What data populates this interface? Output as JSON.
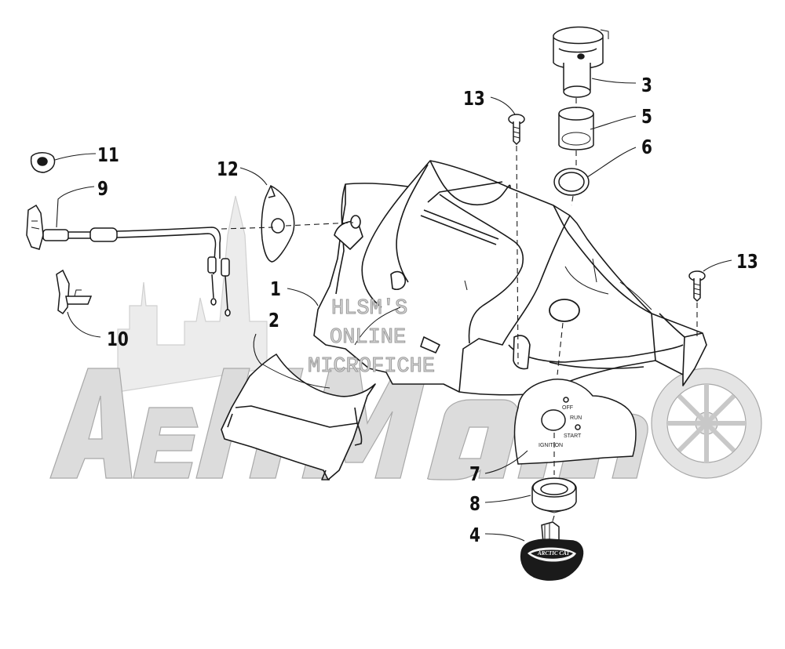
{
  "watermark": {
    "logo_text": "AehMaina",
    "lines": [
      "HLSM'S",
      "ONLINE",
      "MICROFICHE"
    ]
  },
  "callouts": [
    {
      "id": "1",
      "label": "1"
    },
    {
      "id": "2",
      "label": "2"
    },
    {
      "id": "3",
      "label": "3"
    },
    {
      "id": "4",
      "label": "4"
    },
    {
      "id": "5",
      "label": "5"
    },
    {
      "id": "6",
      "label": "6"
    },
    {
      "id": "7",
      "label": "7"
    },
    {
      "id": "8",
      "label": "8"
    },
    {
      "id": "9",
      "label": "9"
    },
    {
      "id": "10",
      "label": "10"
    },
    {
      "id": "11",
      "label": "11"
    },
    {
      "id": "12",
      "label": "12"
    },
    {
      "id": "13a",
      "label": "13"
    },
    {
      "id": "13b",
      "label": "13"
    }
  ],
  "ignition_plate": {
    "off": "OFF",
    "run": "RUN",
    "start": "START",
    "ignition": "IGNITION"
  },
  "key_brand": "ARCTIC CAT",
  "colors": {
    "line": "#1a1a1a",
    "watermark": "#d9d9d9",
    "background": "#ffffff"
  }
}
